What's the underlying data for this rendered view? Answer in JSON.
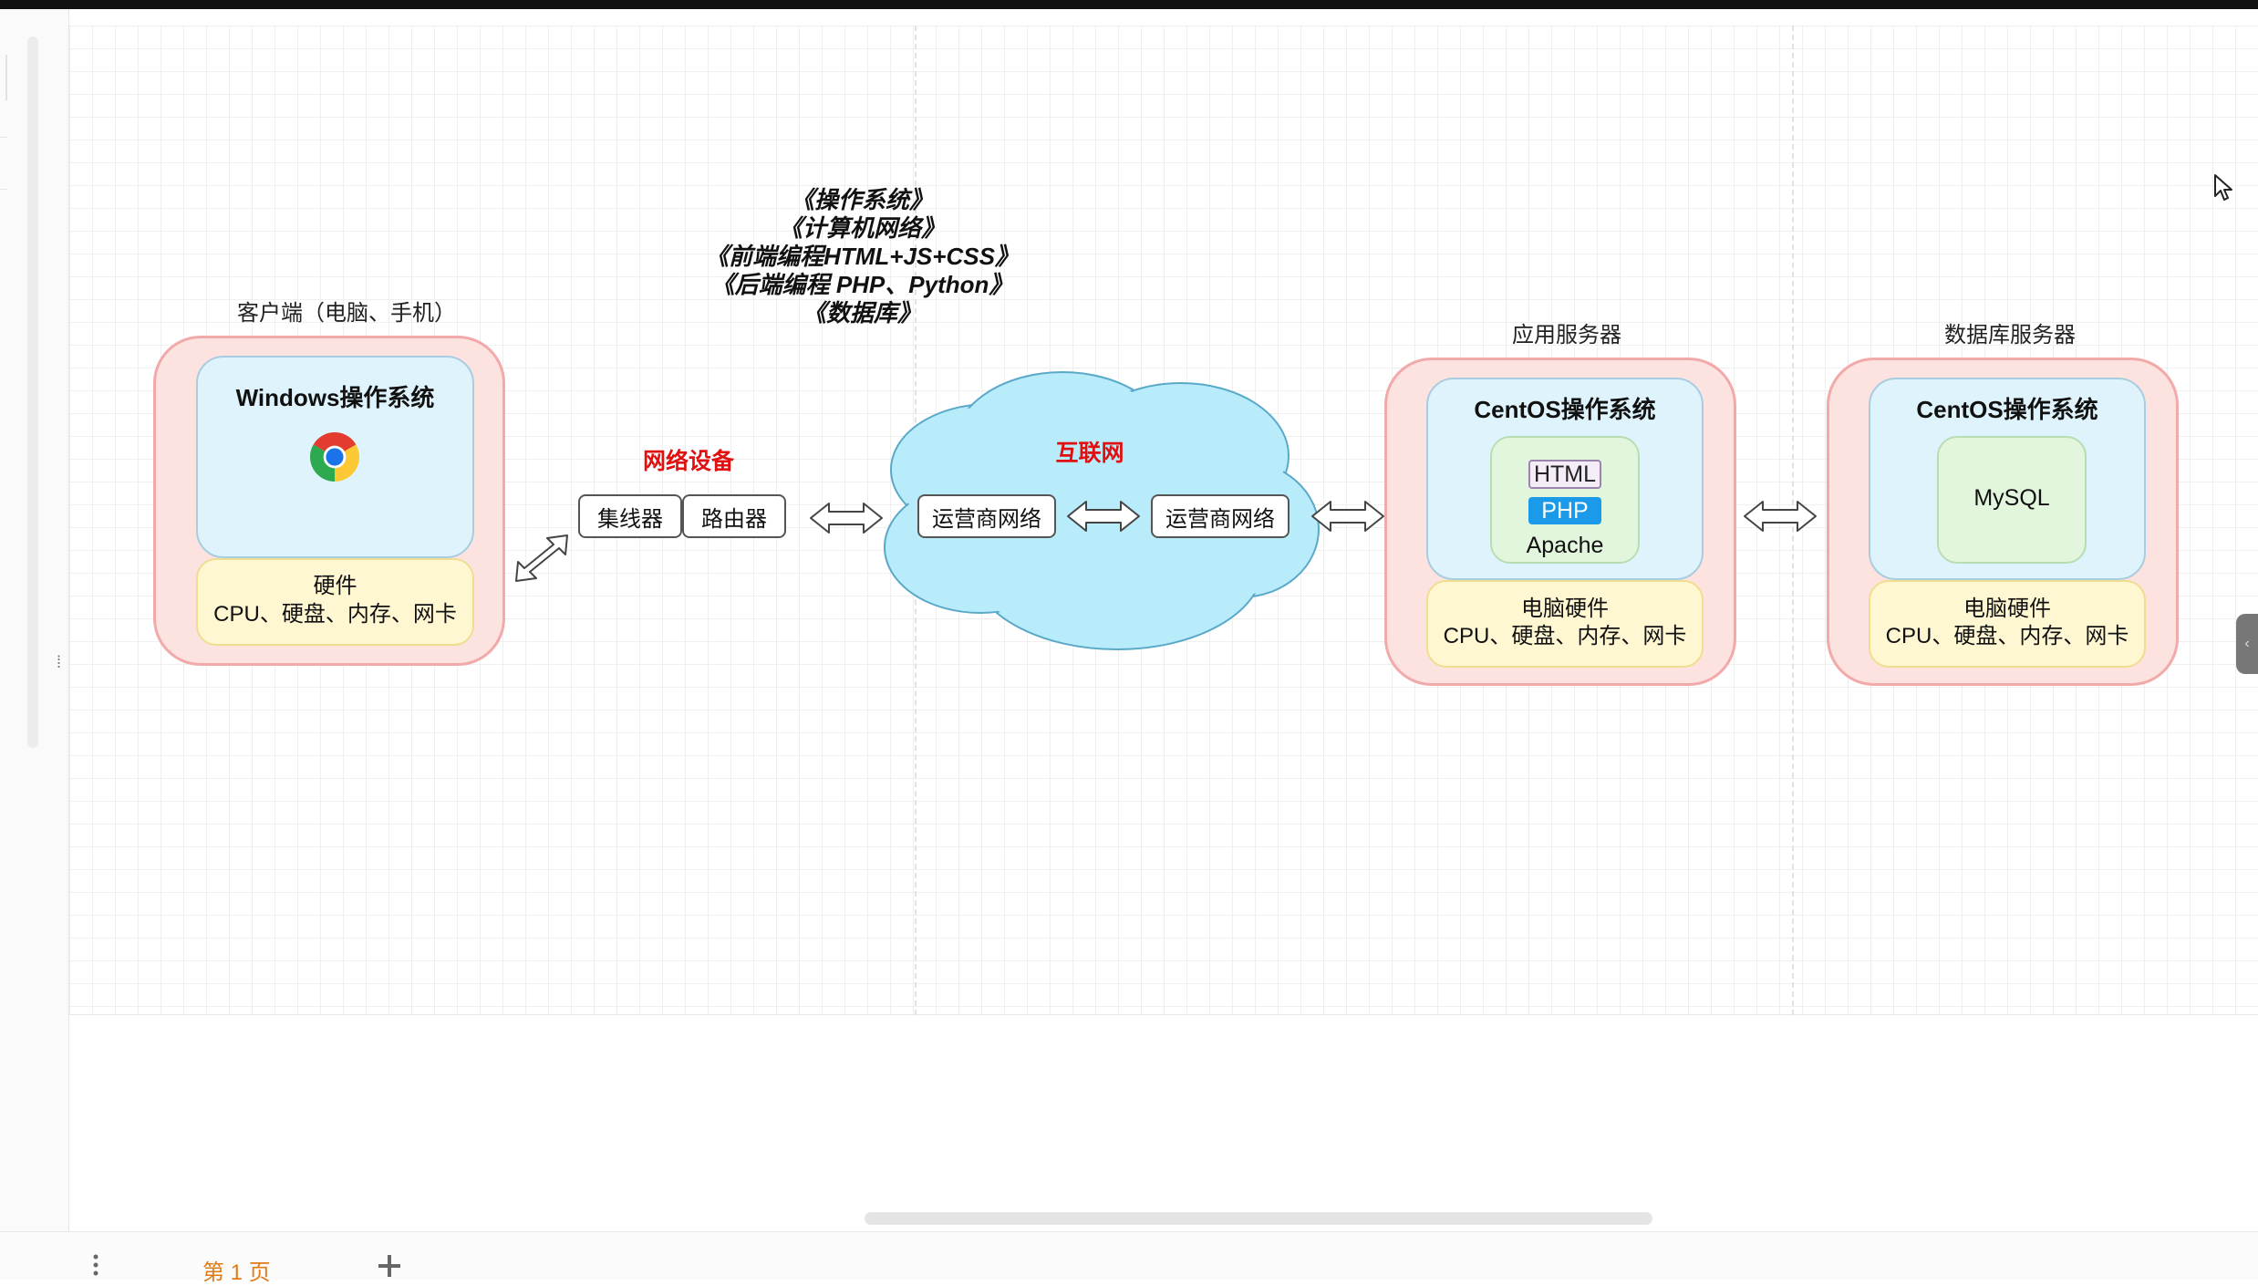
{
  "client": {
    "caption": "客户端（电脑、手机）",
    "os": "Windows操作系统",
    "browser_icon": "chrome-icon",
    "hw_title": "硬件",
    "hw_items": "CPU、硬盘、内存、网卡"
  },
  "network": {
    "title": "网络设备",
    "hub": "集线器",
    "router": "路由器"
  },
  "books": [
    "《操作系统》",
    "《计算机网络》",
    "《前端编程HTML+JS+CSS》",
    "《后端编程 PHP、Python》",
    "《数据库》"
  ],
  "internet": {
    "title": "互联网",
    "isp_left": "运营商网络",
    "isp_right": "运营商网络"
  },
  "app_server": {
    "caption": "应用服务器",
    "os": "CentOS操作系统",
    "html": "HTML",
    "php": "PHP",
    "apache": "Apache",
    "hw_title": "电脑硬件",
    "hw_items": "CPU、硬盘、内存、网卡"
  },
  "db_server": {
    "caption": "数据库服务器",
    "os": "CentOS操作系统",
    "db": "MySQL",
    "hw_title": "电脑硬件",
    "hw_items": "CPU、硬盘、内存、网卡"
  },
  "footer": {
    "menu_icon": "more-vertical-icon",
    "page_tab": "第 1 页",
    "add_icon": "plus-icon"
  },
  "colors": {
    "outer_fill": "#fde3df",
    "outer_stroke": "#f1a9a9",
    "os_fill": "#def3fb",
    "hw_fill": "#fff7d2",
    "app_fill": "#e2f5dd",
    "cloud_fill": "#b8ecfb",
    "php_badge": "#1a9ae8",
    "title_red": "#e01010",
    "page_tab": "#e07b18"
  }
}
